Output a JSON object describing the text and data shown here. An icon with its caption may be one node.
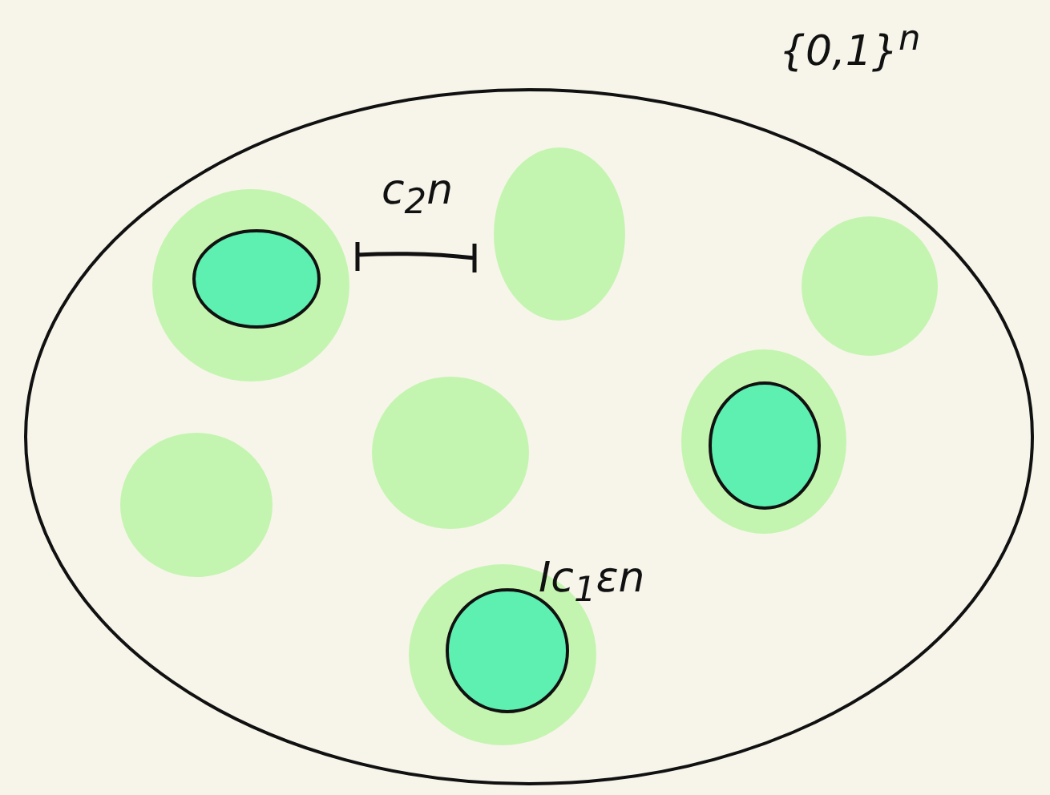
{
  "diagram": {
    "nodes": [
      {
        "text": [],
        "shape": "ellipse"
      },
      {
        "text": [],
        "shape": "ellipse",
        "in": 0
      },
      {
        "text": [],
        "shape": "ellipse",
        "in": 1
      },
      {
        "text": [],
        "shape": "ellipse",
        "in": 0
      },
      {
        "text": [],
        "shape": "ellipse",
        "in": 0
      },
      {
        "text": [],
        "shape": "ellipse",
        "in": 0
      },
      {
        "text": [],
        "shape": "ellipse",
        "in": 0
      },
      {
        "text": [],
        "shape": "ellipse",
        "in": 6
      },
      {
        "text": [],
        "shape": "ellipse",
        "in": 0
      },
      {
        "text": [],
        "shape": "ellipse",
        "in": 0
      },
      {
        "text": [],
        "shape": "ellipse",
        "in": 9
      }
    ],
    "labels": [
      "{0,1}$^{n}$",
      "c$_{2}$n",
      "Ic$_{1}$εn"
    ]
  }
}
